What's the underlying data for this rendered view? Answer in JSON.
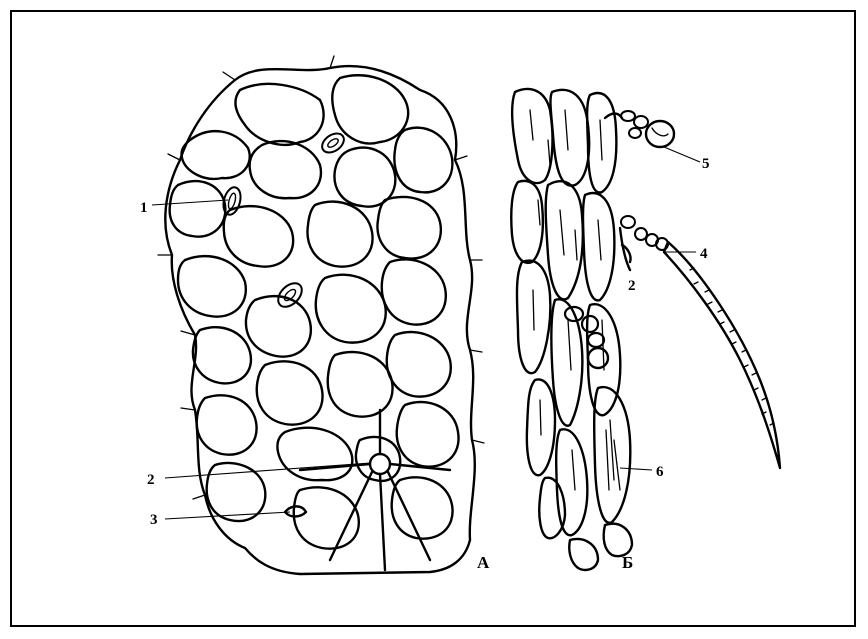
{
  "panel_a": {
    "panel_letter": "А",
    "labels": [
      "1",
      "2",
      "3"
    ]
  },
  "panel_b": {
    "panel_letter": "Б",
    "labels": [
      "5",
      "4",
      "2",
      "6"
    ]
  }
}
